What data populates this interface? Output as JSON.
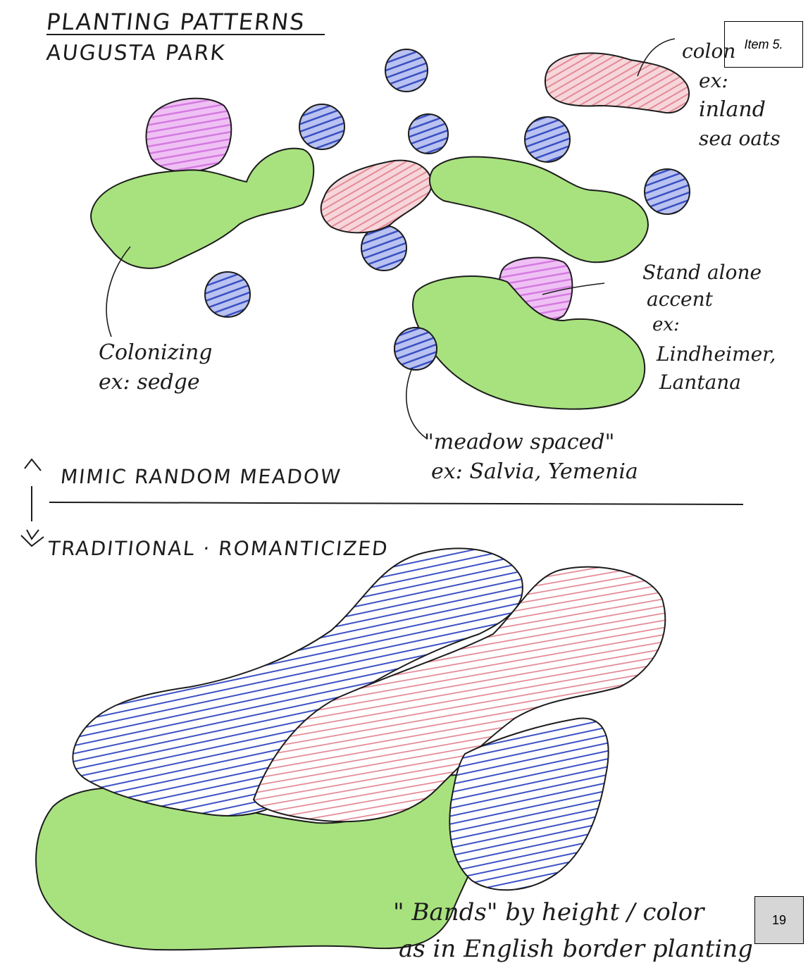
{
  "title": {
    "line1": "PLANTING PATTERNS",
    "line2": "AUGUSTA PARK"
  },
  "item_label": "Item 5.",
  "page_number": "19",
  "annotations": {
    "colonizing_top_right": [
      "colon",
      "ex:",
      "inland",
      "sea oats"
    ],
    "colonizing_left": [
      "Colonizing",
      "ex: sedge"
    ],
    "stand_alone": [
      "Stand alone",
      "accent",
      "ex:",
      "Lindheimer,",
      "Lantana"
    ],
    "meadow_spaced": [
      "\"meadow spaced\"",
      "ex: Salvia, Yemenia"
    ]
  },
  "divider": {
    "upper": "MIMIC RANDOM MEADOW",
    "lower": "TRADITIONAL · ROMANTICIZED"
  },
  "caption": {
    "line1": "\" Bands\" by height / color",
    "line2": "as in English border planting"
  },
  "colors": {
    "green": "#a8e27e",
    "blue": "#3a4fc2",
    "red": "#e48a95",
    "magenta": "#d47ae0",
    "ink": "#1c1c1c"
  }
}
